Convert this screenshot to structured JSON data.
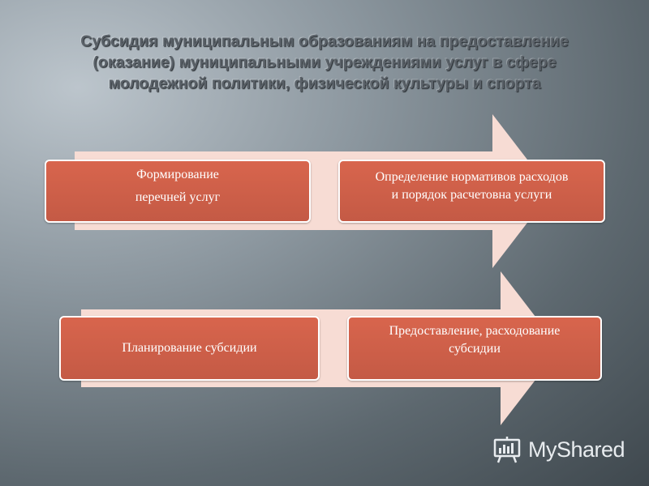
{
  "slide": {
    "title_lines": [
      "Субсидия муниципальным образованиям на предоставление",
      "(оказание) муниципальными учреждениями услуг в сфере",
      "молодежной политики, физической культуры и спорта"
    ]
  },
  "process_rows": [
    {
      "steps": [
        {
          "lines": [
            "Формирование",
            "перечней услуг"
          ]
        },
        {
          "lines": [
            "Определение нормативов расходов",
            "и порядок расчетовна услуги"
          ]
        }
      ]
    },
    {
      "steps": [
        {
          "lines": [
            "Планирование субсидии"
          ]
        },
        {
          "lines": [
            "Предоставление, расходование",
            "субсидии"
          ]
        }
      ]
    }
  ],
  "colors": {
    "box_fill": "#d2614a",
    "arrow_fill": "#f7dcd4",
    "box_border": "#ffffff"
  },
  "watermark": {
    "text": "MyShared",
    "icon": "presentation-board-icon"
  }
}
